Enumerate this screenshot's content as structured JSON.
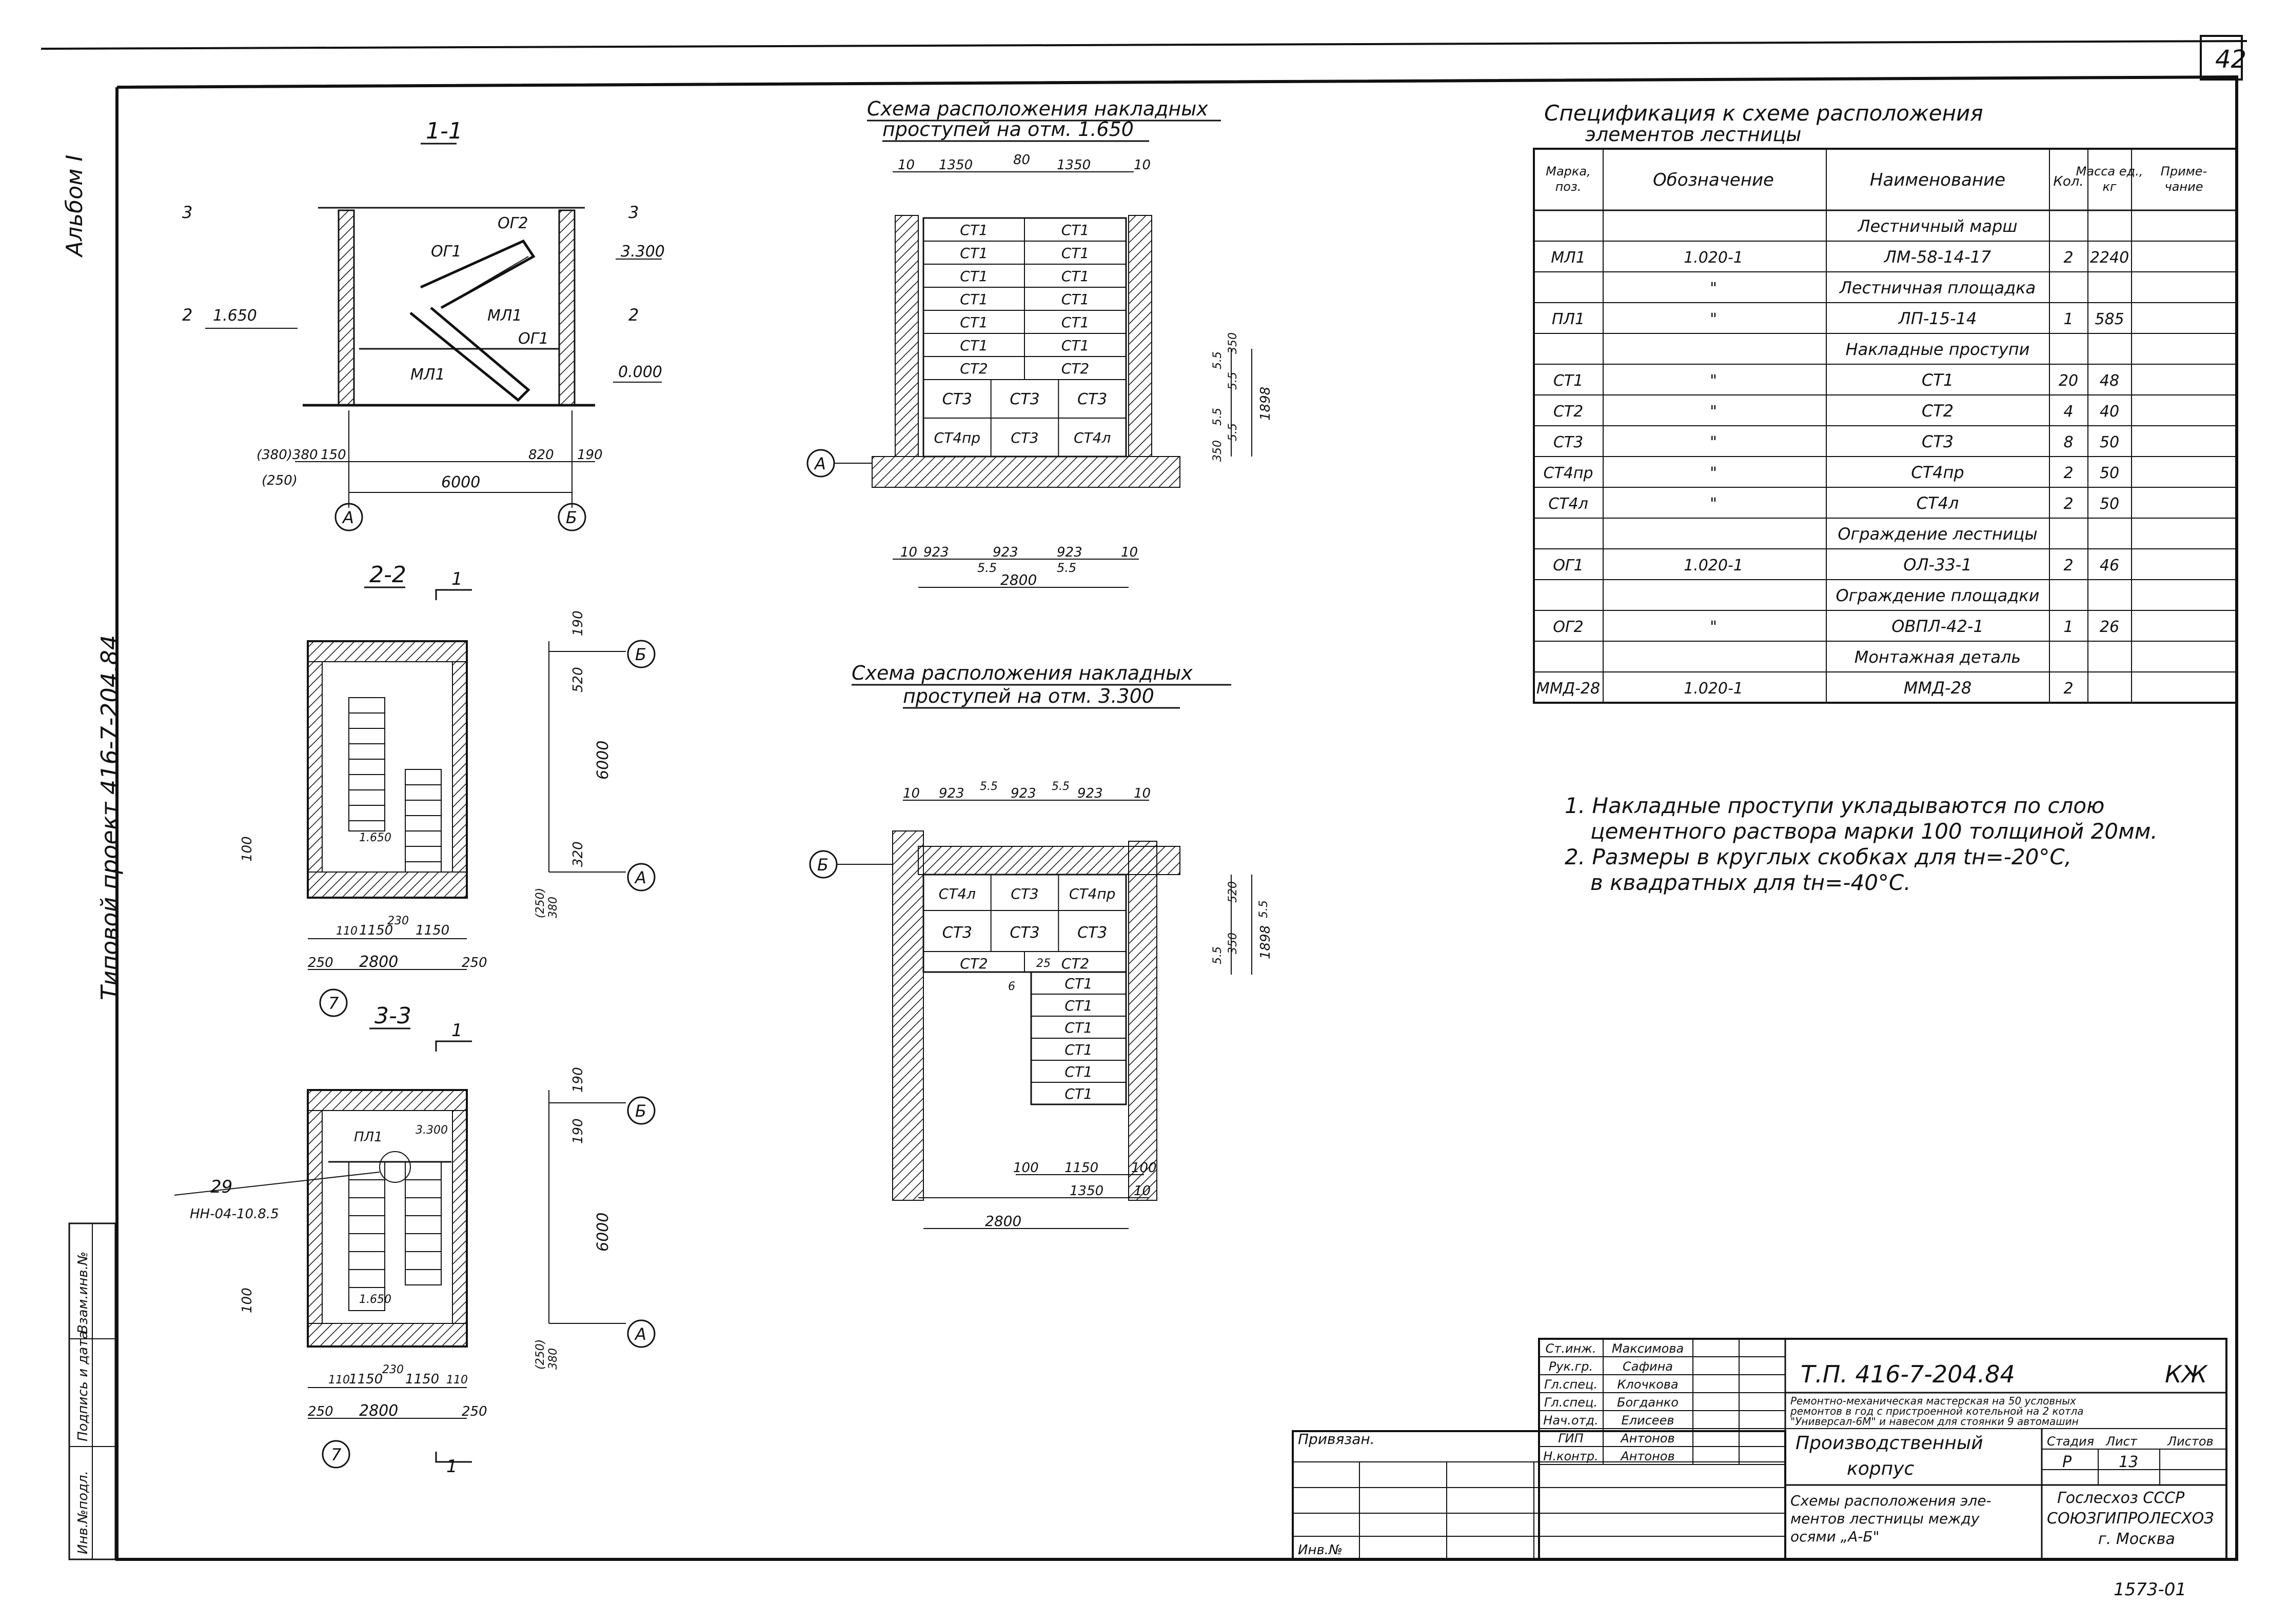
{
  "sheet": {
    "number": "42",
    "album": "Альбом I",
    "project_side": "Типовой проект 416-7-204.84",
    "bottom_code": "1573-01",
    "binding_label": "Привязан.",
    "inv_label": "Инв.№",
    "left_stamp": [
      "Инв.№подл.",
      "Подпись и дата",
      "Взам.инв.№"
    ]
  },
  "section_1_1": {
    "title": "1-1",
    "labels": [
      "ОГ2",
      "ОГ1",
      "МЛ1",
      "ОГ1",
      "МЛ1"
    ],
    "levels": [
      "3.300",
      "1.650",
      "0.000"
    ],
    "level_marks": [
      "3",
      "2",
      "3",
      "2"
    ],
    "dims": [
      "(380)380",
      "(250)",
      "150",
      "820",
      "190",
      "6000"
    ],
    "axes": [
      "А",
      "Б"
    ]
  },
  "section_2_2": {
    "title": "2-2",
    "mark": "1",
    "dims": [
      "190",
      "520",
      "6000",
      "320",
      "100",
      "(250)",
      "380",
      "110",
      "1150",
      "230",
      "1150",
      "250",
      "2800",
      "250"
    ],
    "level": "1.650",
    "axes": [
      "Б",
      "А",
      "7"
    ]
  },
  "section_3_3": {
    "title": "3-3",
    "mark": "1",
    "labels": [
      "ПЛ1",
      "3.300",
      "1.650"
    ],
    "callout": [
      "29",
      "НН-04-10.8.5"
    ],
    "dims": [
      "190",
      "190",
      "6000",
      "100",
      "(250)",
      "380",
      "110",
      "1150",
      "230",
      "1150",
      "110",
      "250",
      "2800",
      "250"
    ],
    "axes": [
      "Б",
      "А",
      "7"
    ]
  },
  "scheme_1": {
    "title_lines": [
      "Схема расположения накладных",
      "проступей на отм. 1.650"
    ],
    "top_dims": [
      "10",
      "1350",
      "80",
      "1350",
      "10"
    ],
    "bottom_dims": [
      "10",
      "923",
      "923",
      "923",
      "10",
      "5.5",
      "5.5",
      "2800"
    ],
    "side_dims": [
      "5.5",
      "5.5",
      "5.5",
      "5.5",
      "1898",
      "350",
      "350"
    ],
    "axis": "А",
    "rows": [
      [
        "СТ1",
        "СТ1"
      ],
      [
        "СТ1",
        "СТ1"
      ],
      [
        "СТ1",
        "СТ1"
      ],
      [
        "СТ1",
        "СТ1"
      ],
      [
        "СТ1",
        "СТ1"
      ],
      [
        "СТ1",
        "СТ1"
      ],
      [
        "СТ2",
        "СТ2"
      ]
    ],
    "row_st3": [
      "СТ3",
      "СТ3",
      "СТ3"
    ],
    "row_st4": [
      "СТ4пр",
      "СТ3",
      "СТ4л"
    ]
  },
  "scheme_2": {
    "title_lines": [
      "Схема расположения накладных",
      "проступей на отм. 3.300"
    ],
    "top_dims": [
      "10",
      "923",
      "5.5",
      "923",
      "5.5",
      "923",
      "10"
    ],
    "bottom_dims": [
      "100",
      "1150",
      "100",
      "1350",
      "10",
      "2800"
    ],
    "side_dims": [
      "520",
      "350",
      "5.5",
      "1898",
      "5.5"
    ],
    "axis": "Б",
    "row_st4": [
      "СТ4л",
      "СТ3",
      "СТ4пр"
    ],
    "row_st3": [
      "СТ3",
      "СТ3",
      "СТ3"
    ],
    "row_st2": [
      "СТ2",
      "СТ2"
    ],
    "col": [
      "СТ1",
      "СТ1",
      "СТ1",
      "СТ1",
      "СТ1",
      "СТ1"
    ],
    "small": [
      "25",
      "6"
    ]
  },
  "spec": {
    "title_lines": [
      "Спецификация к схеме расположения",
      "элементов лестницы"
    ],
    "headers": [
      "Марка, поз.",
      "Обозначение",
      "Наименование",
      "Кол.",
      "Масса ед., кг",
      "Приме- чание"
    ],
    "rows": [
      [
        "",
        "",
        "Лестничный марш",
        "",
        "",
        ""
      ],
      [
        "МЛ1",
        "1.020-1",
        "ЛМ-58-14-17",
        "2",
        "2240",
        ""
      ],
      [
        "",
        "\"",
        "Лестничная площадка",
        "",
        "",
        ""
      ],
      [
        "ПЛ1",
        "\"",
        "ЛП-15-14",
        "1",
        "585",
        ""
      ],
      [
        "",
        "",
        "Накладные проступи",
        "",
        "",
        ""
      ],
      [
        "СТ1",
        "\"",
        "СТ1",
        "20",
        "48",
        ""
      ],
      [
        "СТ2",
        "\"",
        "СТ2",
        "4",
        "40",
        ""
      ],
      [
        "СТ3",
        "\"",
        "СТ3",
        "8",
        "50",
        ""
      ],
      [
        "СТ4пр",
        "\"",
        "СТ4пр",
        "2",
        "50",
        ""
      ],
      [
        "СТ4л",
        "\"",
        "СТ4л",
        "2",
        "50",
        ""
      ],
      [
        "",
        "",
        "Ограждение лестницы",
        "",
        "",
        ""
      ],
      [
        "ОГ1",
        "1.020-1",
        "ОЛ-33-1",
        "2",
        "46",
        ""
      ],
      [
        "",
        "",
        "Ограждение площадки",
        "",
        "",
        ""
      ],
      [
        "ОГ2",
        "\"",
        "ОВПЛ-42-1",
        "1",
        "26",
        ""
      ],
      [
        "",
        "",
        "Монтажная деталь",
        "",
        "",
        ""
      ],
      [
        "ММД-28",
        "1.020-1",
        "ММД-28",
        "2",
        "",
        ""
      ]
    ]
  },
  "notes": [
    "1. Накладные проступи укладываются по слою",
    "цементного раствора марки 100 толщиной 20мм.",
    "2. Размеры в круглых скобках для tн=-20°С,",
    "в квадратных для tн=-40°С."
  ],
  "title_block": {
    "roles": [
      "Ст.инж.",
      "Рук.гр.",
      "Гл.спец.",
      "Гл.спец.",
      "Нач.отд.",
      "ГИП",
      "Н.контр."
    ],
    "names": [
      "Максимова",
      "Сафина",
      "Клочкова",
      "Богданко",
      "Елисеев",
      "Антонов",
      "Антонов"
    ],
    "code": "Т.П. 416-7-204.84",
    "mark": "КЖ",
    "desc": [
      "Ремонтно-механическая мастерская на 50 условных",
      "ремонтов в год с пристроенной котельной на 2 котла",
      "\"Универсал-6М\" и навесом для стоянки 9 автомашин"
    ],
    "building": [
      "Производственный",
      "корпус"
    ],
    "stage_headers": [
      "Стадия",
      "Лист",
      "Листов"
    ],
    "stage_values": [
      "Р",
      "13",
      ""
    ],
    "sheet_title": [
      "Схемы расположения эле-",
      "ментов лестницы между",
      "осями „А-Б\""
    ],
    "org": [
      "Гослесхоз СССР",
      "СОЮЗГИПРОЛЕСХОЗ",
      "г. Москва"
    ]
  }
}
